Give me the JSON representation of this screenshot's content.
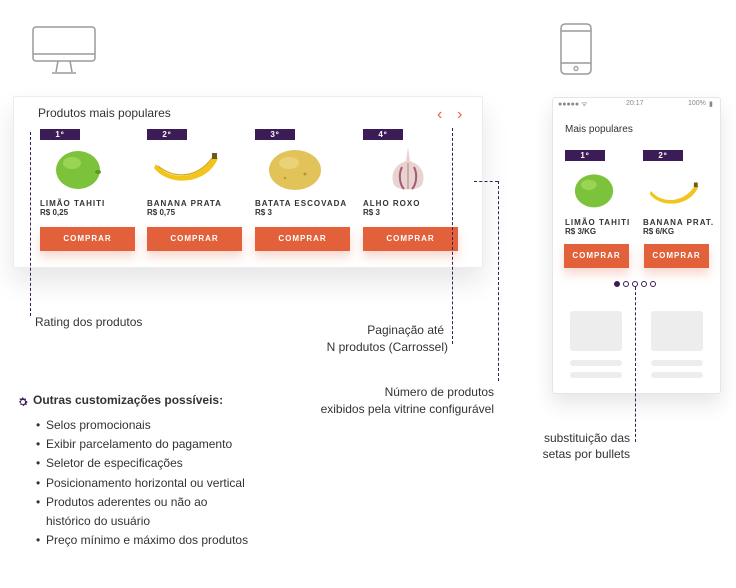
{
  "desktop": {
    "title": "Produtos mais populares",
    "prev_arrow": "‹",
    "next_arrow": "›",
    "products": [
      {
        "rank": "1º",
        "name": "LIMÃO TAHITI",
        "price": "R$ 0,25",
        "button": "COMPRAR",
        "icon": "lime-icon"
      },
      {
        "rank": "2º",
        "name": "BANANA PRATA",
        "price": "R$ 0,75",
        "button": "COMPRAR",
        "icon": "banana-icon"
      },
      {
        "rank": "3º",
        "name": "BATATA ESCOVADA",
        "price": "R$ 3",
        "button": "COMPRAR",
        "icon": "potato-icon"
      },
      {
        "rank": "4º",
        "name": "ALHO ROXO",
        "price": "R$ 3",
        "button": "COMPRAR",
        "icon": "garlic-icon"
      }
    ]
  },
  "mobile": {
    "status_time": "20:17",
    "status_battery": "100%",
    "title": "Mais populares",
    "products": [
      {
        "rank": "1º",
        "name": "LIMÃO TAHITI",
        "price": "R$ 3/KG",
        "button": "COMPRAR"
      },
      {
        "rank": "2º",
        "name": "BANANA PRAT.",
        "price": "R$ 6/KG",
        "button": "COMPRAR"
      }
    ],
    "bullets_total": 5,
    "bullets_active": 1
  },
  "annotations": {
    "rating": "Rating dos produtos",
    "pagination_1": "Paginação até",
    "pagination_2": "N produtos (Carrossel)",
    "count_1": "Número de produtos",
    "count_2": "exibidos pela vitrine configurável",
    "bullets_1": "substituição das",
    "bullets_2": "setas por bullets"
  },
  "customizations": {
    "title": "Outras customizações possíveis:",
    "items": [
      "Selos promocionais",
      "Exibir parcelamento do pagamento",
      "Seletor de especificações",
      "Posicionamento horizontal ou vertical",
      "Produtos aderentes ou não ao",
      "histórico do usuário",
      "Preço mínimo e máximo dos produtos"
    ]
  },
  "colors": {
    "accent": "#e2603a",
    "badge": "#3b1c56"
  }
}
